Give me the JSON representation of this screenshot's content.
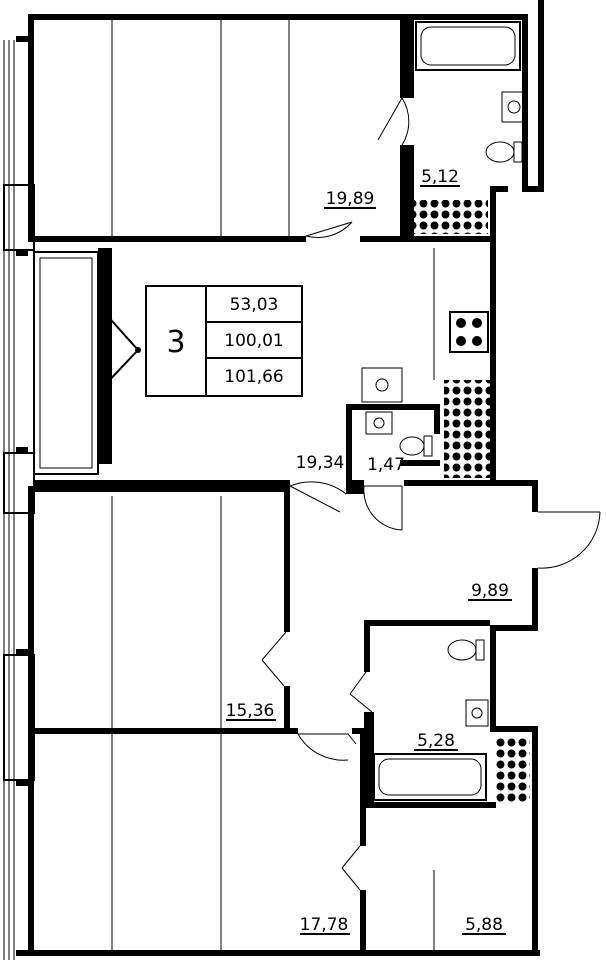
{
  "summary": {
    "rooms": "3",
    "living_area": "53,03",
    "total_area": "100,01",
    "total_area_with_balcony": "101,66"
  },
  "rooms": {
    "room_top": "19,89",
    "bathroom_top": "5,12",
    "kitchen_living": "19,34",
    "wc_small": "1,47",
    "hall": "9,89",
    "room_middle": "15,36",
    "bathroom_bottom": "5,28",
    "room_bottom": "17,78",
    "storage": "5,88"
  }
}
